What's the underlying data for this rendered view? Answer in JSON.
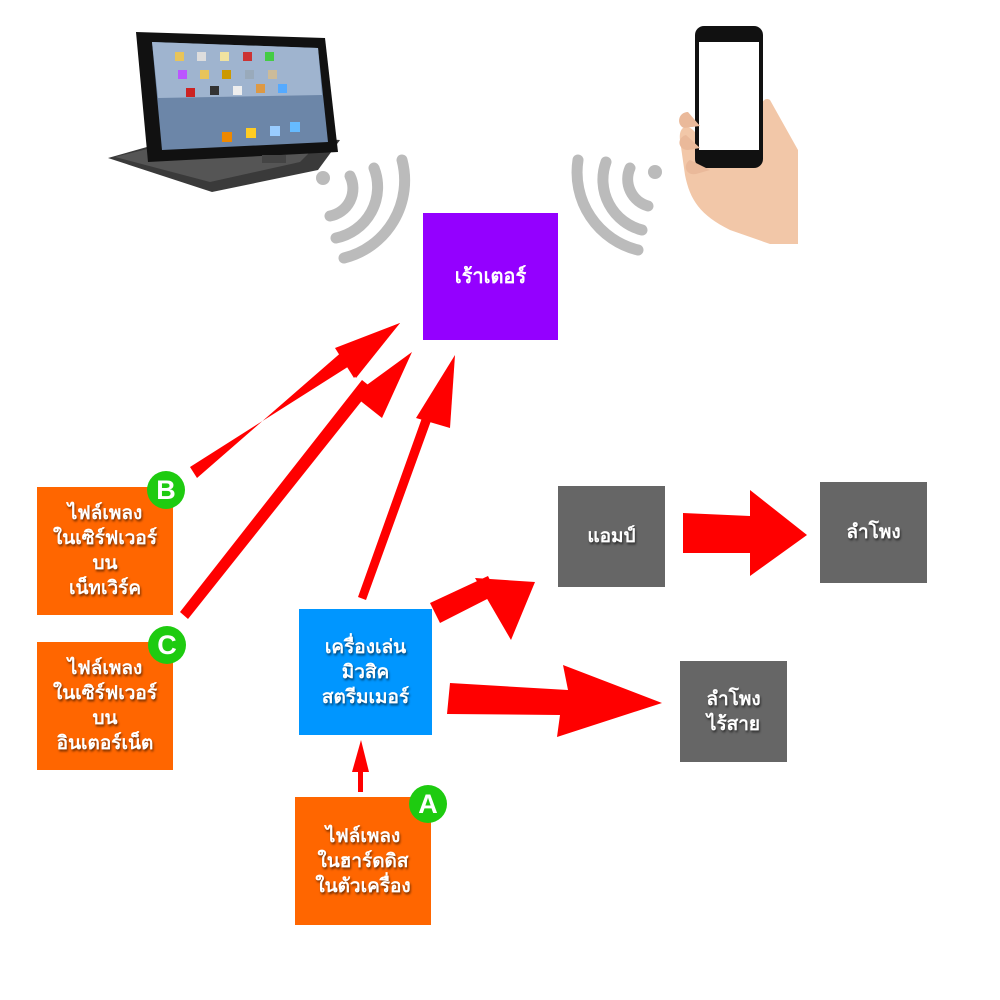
{
  "colors": {
    "router": "#9400ff",
    "source": "#ff6600",
    "player": "#0096ff",
    "output": "#666666",
    "arrow": "#ff0000",
    "badge": "#1ecb10",
    "wifi": "#bbbbbb"
  },
  "devices": {
    "tablet_label": "tablet-with-keyboard",
    "phone_label": "smartphone-in-hand"
  },
  "router": {
    "label": "เร้าเตอร์"
  },
  "sources": {
    "network": {
      "badge": "B",
      "lines": [
        "ไฟล์เพลง",
        "ในเซิร์ฟเวอร์",
        "บน",
        "เน็ทเวิร์ค"
      ]
    },
    "internet": {
      "badge": "C",
      "lines": [
        "ไฟล์เพลง",
        "ในเซิร์ฟเวอร์",
        "บน",
        "อินเตอร์เน็ต"
      ]
    },
    "local": {
      "badge": "A",
      "lines": [
        "ไฟล์เพลง",
        "ในฮาร์ดดิส",
        "ในตัวเครื่อง"
      ]
    }
  },
  "player": {
    "lines": [
      "เครื่องเล่น",
      "มิวสิค",
      "สตรีมเมอร์"
    ]
  },
  "outputs": {
    "amp": {
      "lines": [
        "แอมป์"
      ]
    },
    "speaker": {
      "lines": [
        "ลำโพง"
      ]
    },
    "wireless_speaker": {
      "lines": [
        "ลำโพง",
        "ไร้สาย"
      ]
    }
  }
}
